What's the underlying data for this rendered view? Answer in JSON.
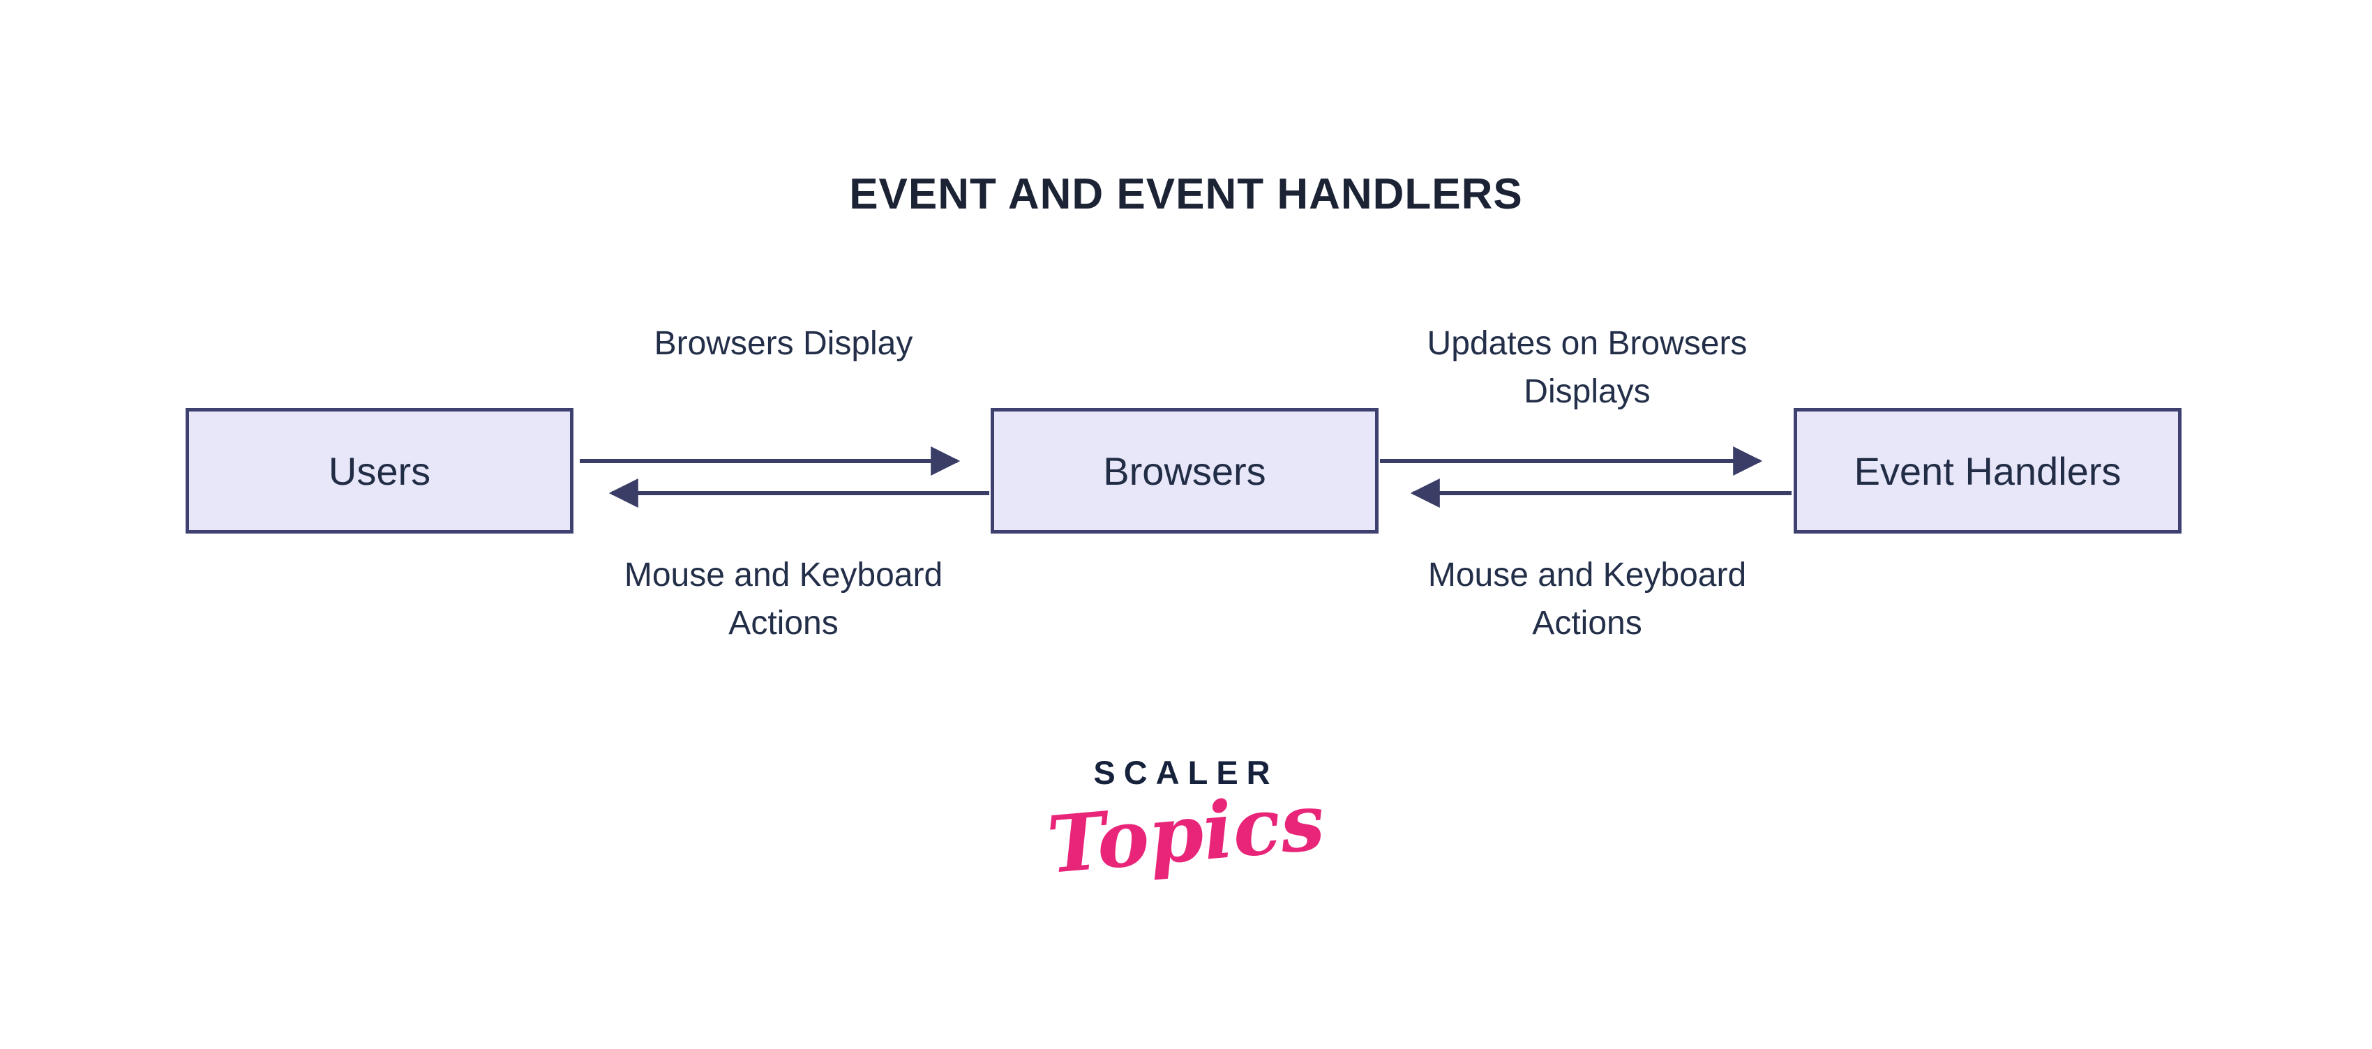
{
  "title": "EVENT AND EVENT HANDLERS",
  "nodes": [
    {
      "id": "users",
      "label": "Users"
    },
    {
      "id": "browsers",
      "label": "Browsers"
    },
    {
      "id": "event-handlers",
      "label": "Event Handlers"
    }
  ],
  "edges": [
    {
      "from": "Users",
      "to": "Browsers",
      "direction": "right",
      "label": "Browsers Display"
    },
    {
      "from": "Browsers",
      "to": "Users",
      "direction": "left",
      "label": "Mouse and Keyboard\nActions"
    },
    {
      "from": "Browsers",
      "to": "Event Handlers",
      "direction": "right",
      "label": "Updates on Browsers\nDisplays"
    },
    {
      "from": "Event Handlers",
      "to": "Browsers",
      "direction": "left",
      "label": "Mouse and Keyboard\nActions"
    }
  ],
  "logo": {
    "primary": "SCALER",
    "secondary": "Topics"
  },
  "colors": {
    "box_fill": "#E8E7F9",
    "box_border": "#3E4170",
    "arrow": "#3A3D66",
    "title_text": "#1B2334",
    "label_text": "#232E48",
    "logo_primary": "#16223C",
    "logo_secondary": "#E82578"
  }
}
